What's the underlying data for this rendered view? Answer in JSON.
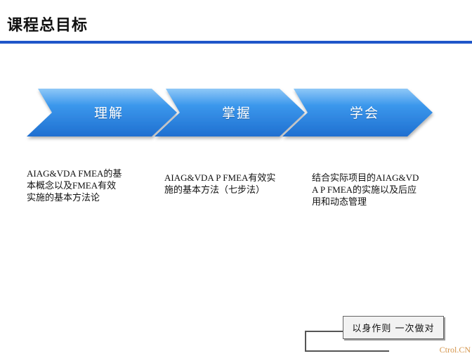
{
  "header": {
    "title": "课程总目标"
  },
  "steps": [
    {
      "label": "理解",
      "description": "AIAG&VDA FMEA的基本概念以及FMEA有效实施的基本方法论"
    },
    {
      "label": "掌握",
      "description": "AIAG&VDA P FMEA有效实施的基本方法（七步法）"
    },
    {
      "label": "学会",
      "description": "结合实际项目的AIAG&VDA P FMEA的实施以及后应用和动态管理"
    }
  ],
  "footer": {
    "badge": "以身作则   一次做对",
    "watermark": "Ctrol.CN"
  },
  "colors": {
    "accent": "#1f56c9",
    "chevron": "#2f8fe8"
  }
}
